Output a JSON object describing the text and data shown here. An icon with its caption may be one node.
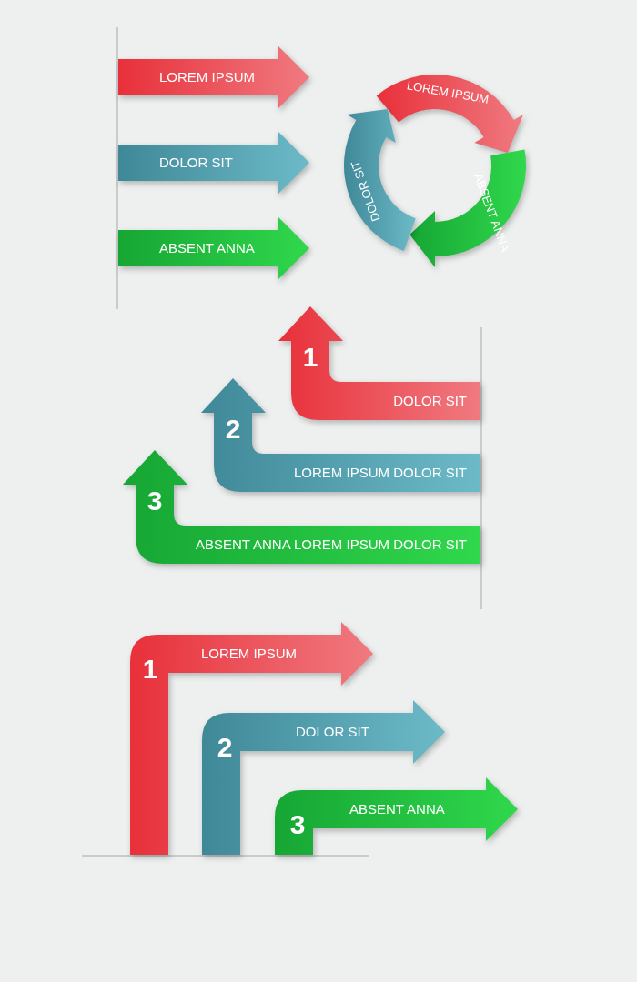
{
  "diagram": {
    "nodes": [
      {
        "text": [
          "LOREM IPSUM"
        ]
      },
      {
        "text": [
          "DOLOR SIT"
        ]
      },
      {
        "text": [
          "ABSENT ANNA"
        ]
      },
      {
        "text": [
          "LOREM IPSUM"
        ]
      },
      {
        "text": [
          "ABSENT ANNA"
        ]
      },
      {
        "text": [
          "DOLOR SIT"
        ]
      },
      {
        "text": [
          "1",
          "DOLOR SIT"
        ]
      },
      {
        "text": [
          "2",
          "LOREM IPSUM DOLOR SIT"
        ]
      },
      {
        "text": [
          "3",
          "ABSENT ANNA LOREM IPSUM DOLOR SIT"
        ]
      },
      {
        "text": [
          "1",
          "LOREM IPSUM"
        ]
      },
      {
        "text": [
          "2",
          "DOLOR SIT"
        ]
      },
      {
        "text": [
          "3",
          "ABSENT ANNA"
        ]
      }
    ]
  }
}
